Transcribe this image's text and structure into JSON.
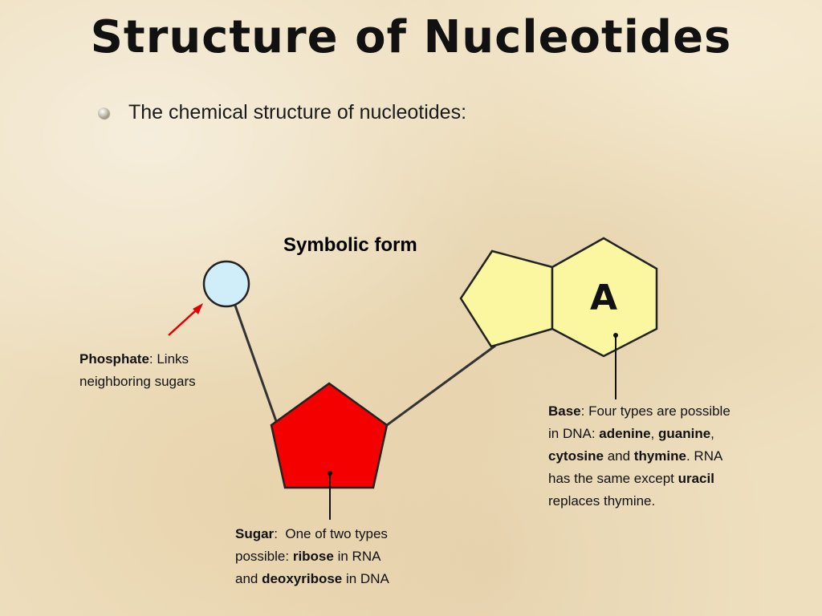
{
  "slide": {
    "title": "Structure of Nucleotides",
    "bullet": "The chemical structure of nucleotides:"
  },
  "diagram": {
    "caption": "Symbolic form",
    "base_letter": "A",
    "colors": {
      "phosphate": "#cfeefa",
      "sugar": "#f50000",
      "base": "#fbf7a0",
      "arrow": "#e00000"
    },
    "labels": {
      "phosphate": {
        "term": "Phosphate",
        "line1_rest": ": Links",
        "line2": "neighboring sugars"
      },
      "sugar": {
        "term": "Sugar",
        "line1_rest": ":  One of two types",
        "line2_pre": "possible: ",
        "ribose": "ribose",
        "line2_post": " in RNA",
        "line3_pre": "and ",
        "deoxyribose": "deoxyribose",
        "line3_post": " in DNA"
      },
      "base": {
        "term": "Base",
        "line1_rest": ": Four types are possible",
        "line2_pre": "in DNA: ",
        "adenine": "adenine",
        "sep1": ", ",
        "guanine": "guanine",
        "sep2": ",",
        "cytosine": "cytosine",
        "and": " and ",
        "thymine": "thymine",
        "line3_post": ". RNA",
        "line4_pre": "has the same except ",
        "uracil": "uracil",
        "line5": "replaces thymine."
      }
    }
  }
}
